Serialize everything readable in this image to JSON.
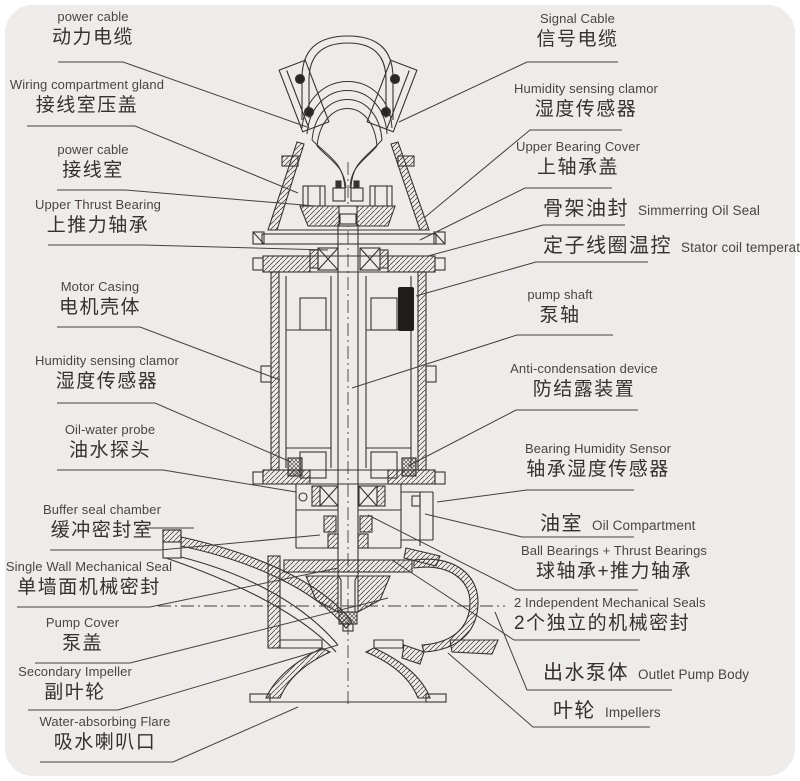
{
  "page": {
    "background": "#ffffff",
    "card_background": "#edecea",
    "drawing_line_color": "#38332f",
    "leader_line_color": "#45403c",
    "english_text_color": "#4a4540",
    "chinese_text_color": "#36312d",
    "sensor_fill_color": "#201d1b"
  },
  "diagram_subject": "submersible pump cross-section",
  "labels": {
    "left": [
      {
        "en": "power cable",
        "zh": "动力电缆"
      },
      {
        "en": "Wiring compartment gland",
        "zh": "接线室压盖"
      },
      {
        "en": "power cable",
        "zh": "接线室"
      },
      {
        "en": "Upper Thrust Bearing",
        "zh": "上推力轴承"
      },
      {
        "en": "Motor Casing",
        "zh": "电机壳体"
      },
      {
        "en": "Humidity sensing clamor",
        "zh": "湿度传感器"
      },
      {
        "en": "Oil-water probe",
        "zh": "油水探头"
      },
      {
        "en": "Buffer seal chamber",
        "zh": "缓冲密封室"
      },
      {
        "en": "Single Wall Mechanical Seal",
        "zh": "单墙面机械密封"
      },
      {
        "en": "Pump Cover",
        "zh": "泵盖"
      },
      {
        "en": "Secondary Impeller",
        "zh": "副叶轮"
      },
      {
        "en": "Water-absorbing Flare",
        "zh": "吸水喇叭口"
      }
    ],
    "right": [
      {
        "en": "Signal Cable",
        "zh": "信号电缆"
      },
      {
        "en": "Humidity sensing clamor",
        "zh": "湿度传感器"
      },
      {
        "en": "Upper Bearing Cover",
        "zh": "上轴承盖"
      },
      {
        "zh": "骨架油封",
        "en": "Simmerring Oil Seal"
      },
      {
        "zh": "定子线圈温控",
        "en": "Stator coil temperature cont"
      },
      {
        "en": "pump shaft",
        "zh": "泵轴"
      },
      {
        "en": "Anti-condensation device",
        "zh": "防结露装置"
      },
      {
        "en": "Bearing Humidity Sensor",
        "zh": "轴承湿度传感器"
      },
      {
        "zh": "油室",
        "en": "Oil Compartment"
      },
      {
        "en": "Ball Bearings + Thrust Bearings",
        "zh": "球轴承+推力轴承"
      },
      {
        "en": "2 Independent Mechanical Seals",
        "zh": "2个独立的机械密封"
      },
      {
        "zh": "出水泵体",
        "en": "Outlet Pump Body"
      },
      {
        "zh": "叶轮",
        "en": "Impellers"
      }
    ]
  }
}
